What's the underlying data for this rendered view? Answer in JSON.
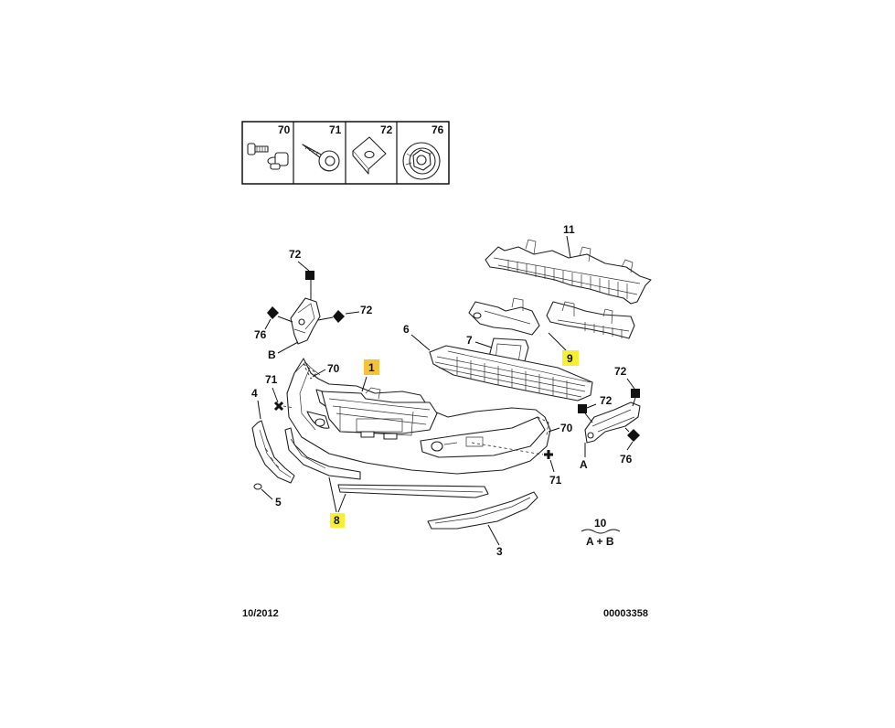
{
  "legend_box": {
    "cells": [
      {
        "ref": "70",
        "icon": "bolt-with-nut-icon"
      },
      {
        "ref": "71",
        "icon": "screw-with-washer-icon"
      },
      {
        "ref": "72",
        "icon": "square-clip-nut-icon"
      },
      {
        "ref": "76",
        "icon": "cage-nut-icon"
      }
    ]
  },
  "callouts": {
    "part_1": "1",
    "part_3": "3",
    "part_4": "4",
    "part_5": "5",
    "part_6": "6",
    "part_7": "7",
    "part_8": "8",
    "part_9": "9",
    "part_11": "11",
    "fastener_70_left": "70",
    "fastener_70_right": "70",
    "fastener_71_left": "71",
    "fastener_71_right": "71",
    "fastener_72_top_left": "72",
    "fastener_72_mid_left": "72",
    "fastener_72_top_right": "72",
    "fastener_72_mid_right": "72",
    "fastener_76_left": "76",
    "fastener_76_right": "76",
    "mount_a": "A",
    "mount_b": "B"
  },
  "note": {
    "ref": "10",
    "text": "A + B"
  },
  "highlights": {
    "yellow": "#f7f032",
    "orange": "#f5c23a"
  },
  "footer": {
    "date": "10/2012",
    "drawing_number": "00003358"
  }
}
